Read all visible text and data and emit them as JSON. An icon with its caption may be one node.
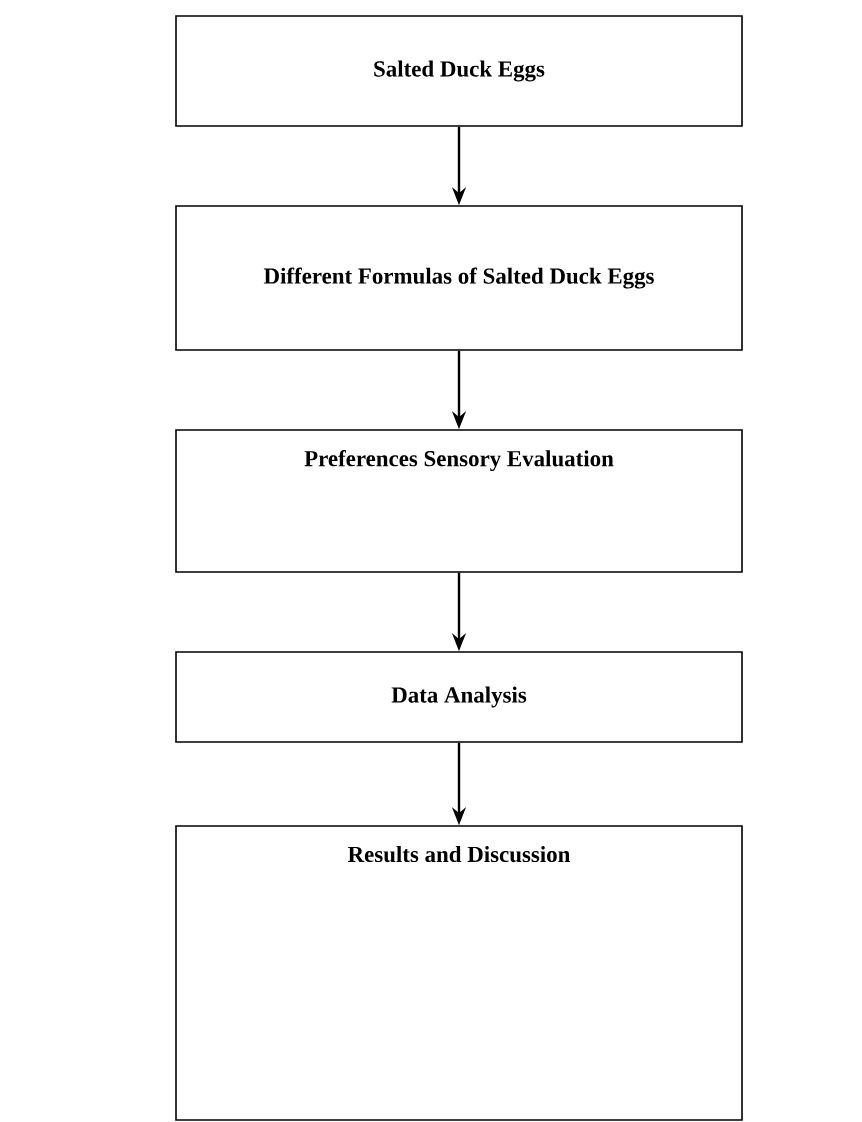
{
  "diagram": {
    "nodes": [
      {
        "text": [
          "Salted Duck Eggs"
        ]
      },
      {
        "text": [
          "Different Formulas of Salted Duck Eggs"
        ]
      },
      {
        "text": [
          "Preferences Sensory Evaluation"
        ]
      },
      {
        "text": [
          "Data Analysis"
        ]
      },
      {
        "text": [
          "Results and Discussion"
        ]
      }
    ],
    "edges": [
      {
        "from": 0,
        "to": 1,
        "arrow": "to"
      },
      {
        "from": 1,
        "to": 2,
        "arrow": "to"
      },
      {
        "from": 2,
        "to": 3,
        "arrow": "to"
      },
      {
        "from": 3,
        "to": 4,
        "arrow": "to"
      }
    ]
  }
}
